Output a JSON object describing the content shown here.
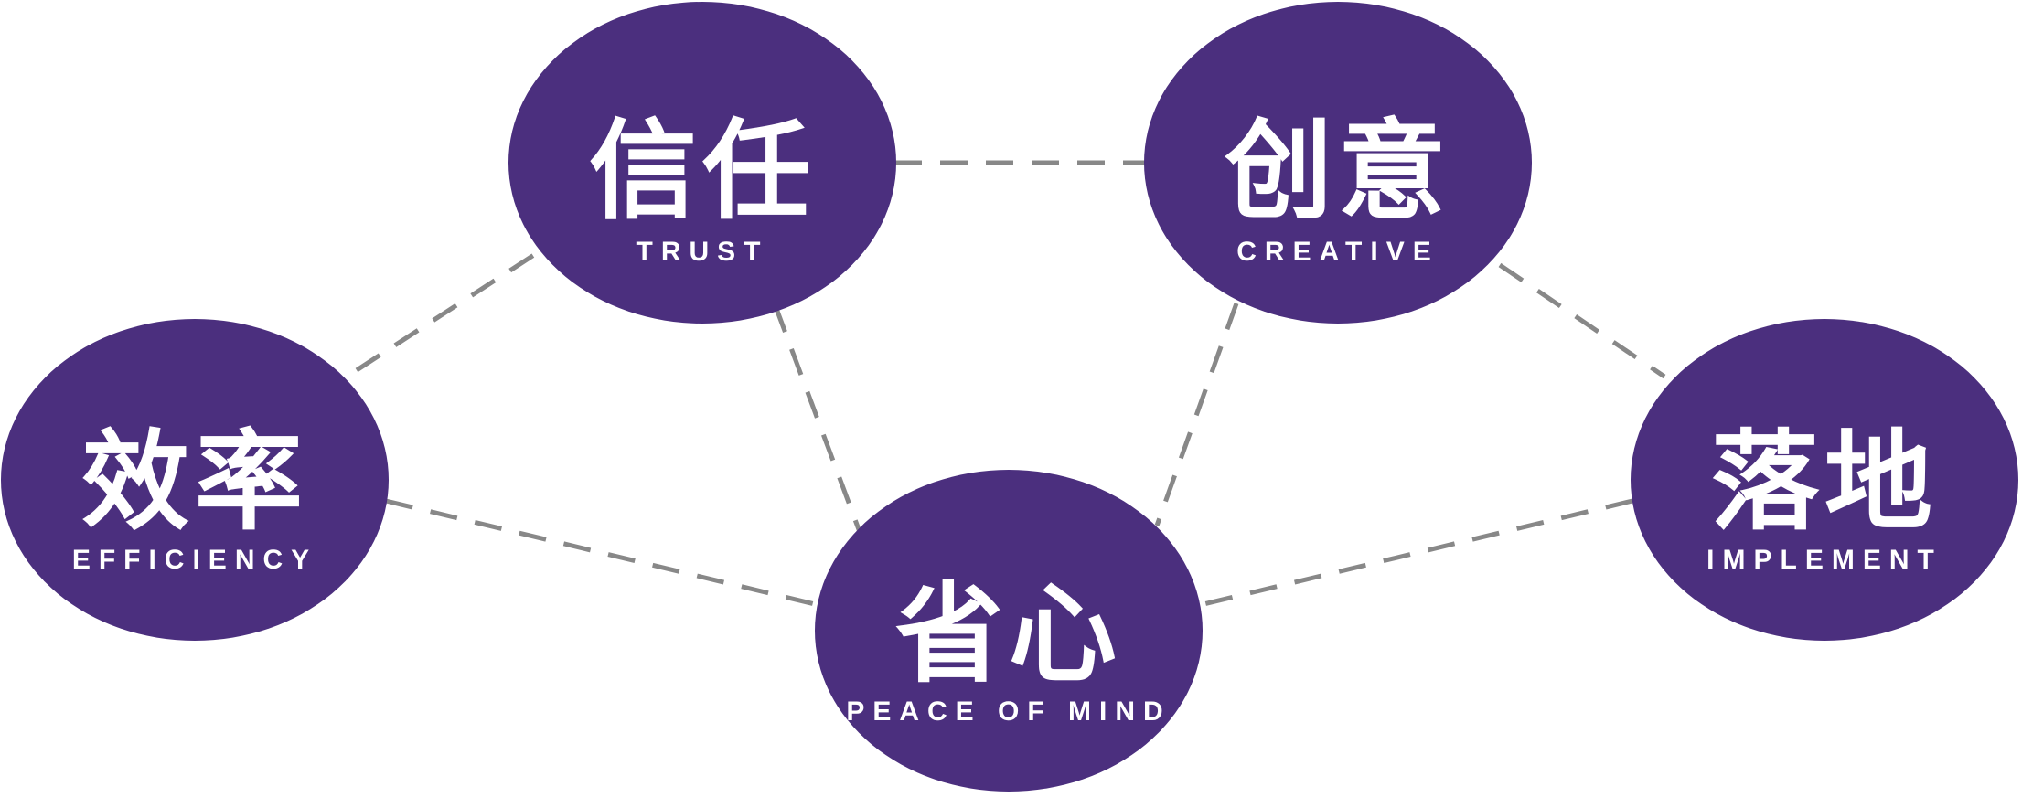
{
  "colors": {
    "node_fill": "#4b2f7e",
    "connector": "#888888",
    "text": "#ffffff"
  },
  "nodes": {
    "trust": {
      "cn": "信任",
      "en": "TRUST"
    },
    "creative": {
      "cn": "创意",
      "en": "CREATIVE"
    },
    "efficiency": {
      "cn": "效率",
      "en": "EFFICIENCY"
    },
    "peace": {
      "cn": "省心",
      "en": "PEACE OF MIND"
    },
    "implement": {
      "cn": "落地",
      "en": "IMPLEMENT"
    }
  }
}
